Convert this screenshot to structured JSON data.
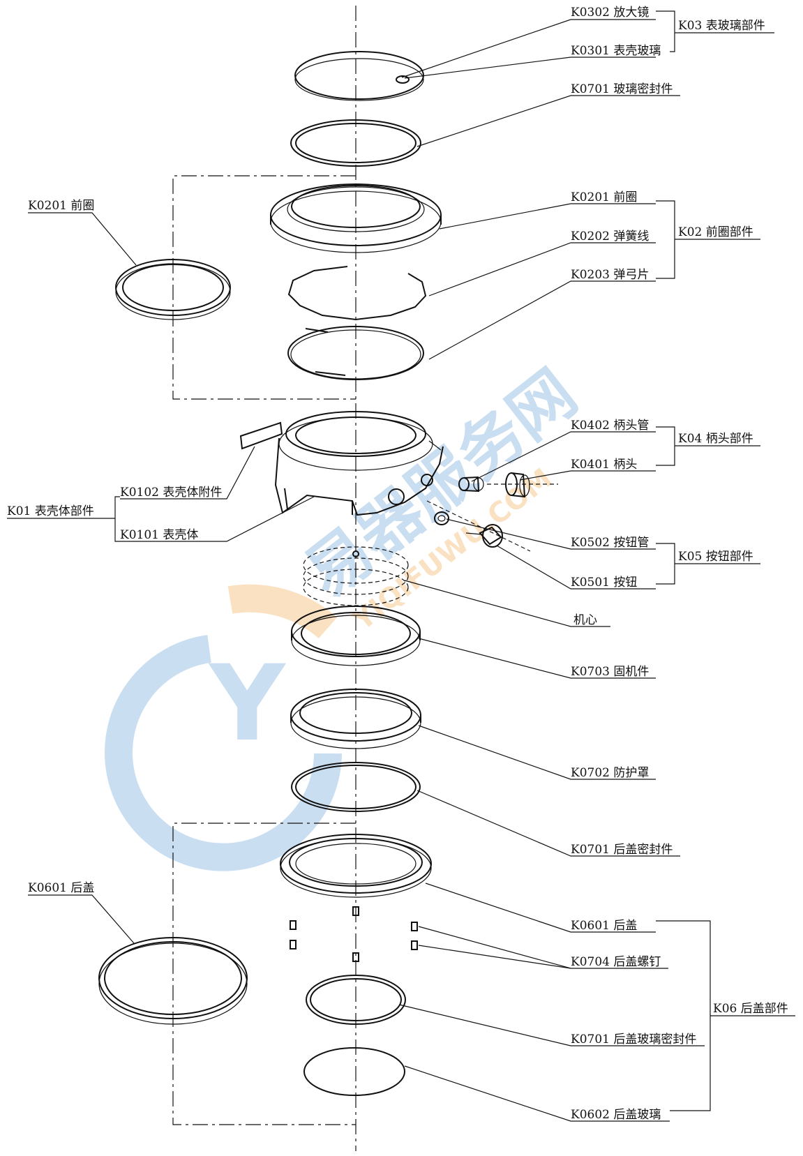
{
  "labels": {
    "k0302": "K0302  放大镜",
    "k0301": "K0301  表壳玻璃",
    "k03": "K03  表玻璃部件",
    "k0701_top": "K0701  玻璃密封件",
    "k0201_left": "K0201  前圈",
    "k0201_right": "K0201  前圈",
    "k0202": "K0202  弹簧线",
    "k0203": "K0203  弹弓片",
    "k02": "K02  前圈部件",
    "k0402": "K0402  柄头管",
    "k0401": "K0401  柄头",
    "k04": "K04  柄头部件",
    "k01": "K01  表壳体部件",
    "k0102": "K0102  表壳体附件",
    "k0101": "K0101  表壳体",
    "k0502": "K0502  按钮管",
    "k0501": "K0501  按钮",
    "k05": "K05  按钮部件",
    "movement": "机心",
    "k0703": "K0703  固机件",
    "k0702": "K0702  防护罩",
    "k0701_back": "K0701  后盖密封件",
    "k0601_left": "K0601  后盖",
    "k0601_right": "K0601  后盖",
    "k0704": "K0704  后盖螺钉",
    "k06": "K06  后盖部件",
    "k0701_backglass": "K0701  后盖玻璃密封件",
    "k0602": "K0602  后盖玻璃"
  },
  "watermark": {
    "cn": "易器服务网",
    "en": "YIQIFUWU.COM",
    "logo": "Y"
  },
  "colors": {
    "ink": "#111111",
    "watermark_blue": "#9fc3e6",
    "watermark_orange": "#f6c98e"
  }
}
